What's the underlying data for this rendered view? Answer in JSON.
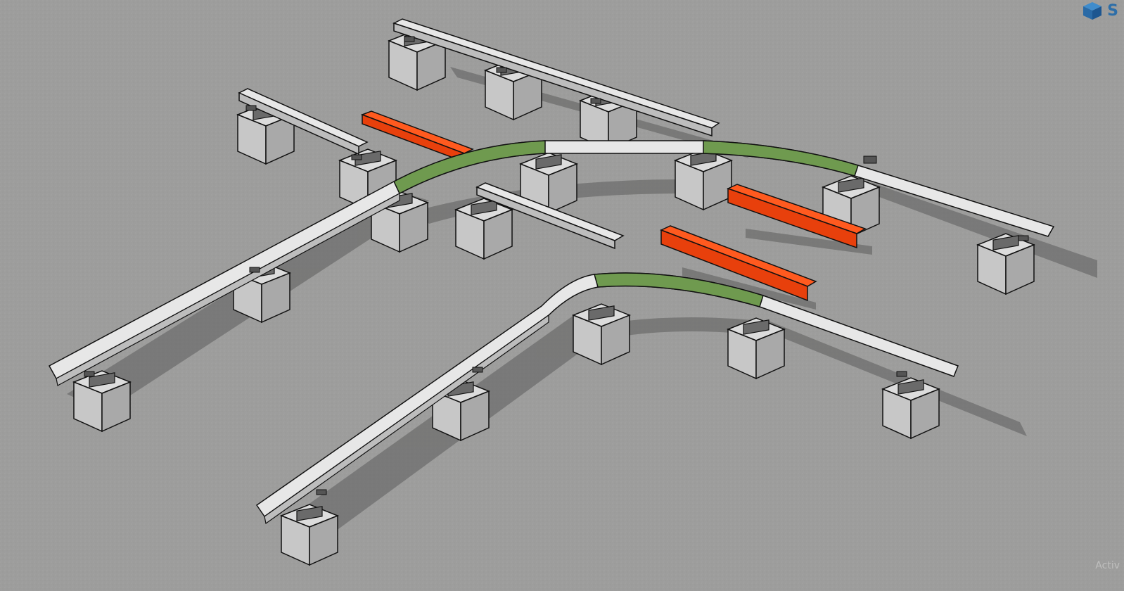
{
  "app": {
    "logo_icon": "sketchup-cube-icon",
    "logo_text": "S",
    "watermark_text": "Activ"
  },
  "colors": {
    "ground": "#9d9d9c",
    "rail_top": "#e7e7e7",
    "rail_side": "#bdbdbd",
    "curved_segment": "#6f9a4f",
    "loose_beam": "#ff4d14",
    "concrete_top": "#dcdcdc",
    "concrete_side": "#b5b5b5",
    "edge": "#111111",
    "logo": "#2d6ea8"
  },
  "scene": {
    "rails": [
      {
        "name": "back-straight-rail"
      },
      {
        "name": "upper-left-short-rail"
      },
      {
        "name": "upper-curved-rail"
      },
      {
        "name": "lower-middle-short-rail"
      },
      {
        "name": "lower-curved-rail"
      }
    ],
    "loose_beams": [
      {
        "name": "loose-beam-top"
      },
      {
        "name": "loose-beam-right"
      },
      {
        "name": "loose-beam-center"
      }
    ]
  }
}
